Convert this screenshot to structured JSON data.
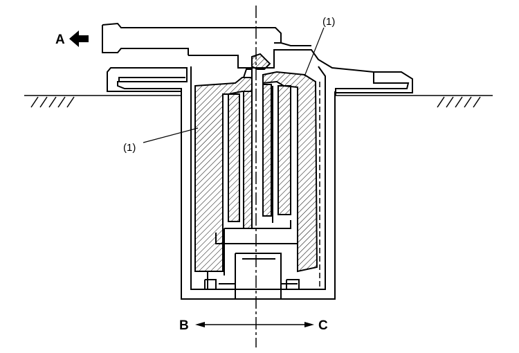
{
  "labels": {
    "a": "A",
    "b": "B",
    "c": "C",
    "part_left": "(1)",
    "part_top": "(1)"
  }
}
